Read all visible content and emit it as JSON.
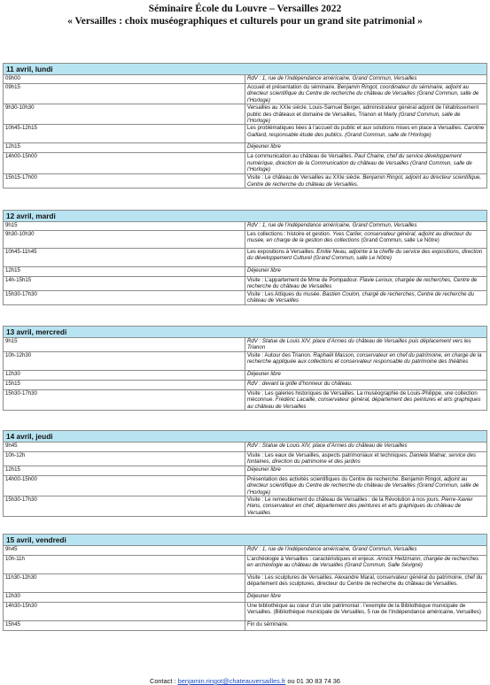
{
  "header": {
    "title": "Séminaire École du Louvre – Versailles 2022",
    "subtitle": "« Versailles : choix muséographiques et culturels pour un grand site patrimonial »"
  },
  "days": [
    {
      "label": "11 avril, lundi",
      "rows": [
        {
          "time": "09h00",
          "text": "",
          "italic": "RdV : 1, rue de l’indépendance américaine, Grand Commun, Versailles"
        },
        {
          "time": "09h15",
          "text": "Accueil et présentation du séminaire. ",
          "italic": "Benjamin Ringot, coordinateur du séminaire, adjoint au directeur scientifique du Centre de recherche du château de Versailles (Grand Commun, salle de l’Horloge)"
        },
        {
          "time": "9h30-10h30",
          "text": "Versailles au XXIe siècle. Louis-Samuel Berger, administrateur général adjoint de l’établissement public des châteaux et domaine de Versailles, Trianon et Marly ",
          "italic": "(Grand Commun, salle de l’Horloge)"
        },
        {
          "time": "10h45-12h15",
          "text": "Les problématiques liées à l’accueil du public et aux solutions mises en place à Versailles. ",
          "italic": "Caroline Gaillard, responsable étude des publics. (Grand Commun, salle de l’Horloge)"
        },
        {
          "time": "12h15",
          "text": "",
          "italic": "Déjeuner libre"
        },
        {
          "time": "14h00-15h00",
          "text": "La communication au château de Versailles. ",
          "italic": "Paul Chaine, chef du service développement numérique, direction de la Communication du château de Versailles (Grand Commun, salle de l’Horloge)"
        },
        {
          "time": "15h15-17h00",
          "text": "Visite : Le château de Versailles au XXIe siècle. ",
          "italic": "Benjamin Ringot, adjoint au directeur scientifique, Centre de recherche du château de Versailles."
        }
      ]
    },
    {
      "label": "12 avril, mardi",
      "rows": [
        {
          "time": "9h15",
          "text": "",
          "italic": "RdV : 1, rue de l’indépendance américaine, Grand Commun, Versailles"
        },
        {
          "time": "9h30-10h30",
          "text": "Les collections : histoire et gestion. ",
          "italic": "Yves Carlier, conservateur général, adjoint au directeur du musée, en charge de la gestion des collections",
          "tail": " (Grand Commun, salle Le Nôtre)"
        },
        {
          "time": "10h45-11h45",
          "text": "Les expositions à Versailles. ",
          "italic": "Émilie Neau, adjointe à la cheffe du service des expositions, direction du développement Culturel (Grand Commun, salle Le Nôtre)"
        },
        {
          "time": "12h15",
          "text": "",
          "italic": "Déjeuner libre"
        },
        {
          "time": "14h-15h15",
          "text": "Visite : L’appartement de Mme de Pompadour. ",
          "italic": "Flavie Leroux, chargée de recherches, Centre de recherche du château de Versailles"
        },
        {
          "time": "15h30-17h30",
          "text": "Visite : Les Attiques du musée. ",
          "italic": "Bastien Coulon, chargé de recherches, Centre de recherche du château de Versailles"
        }
      ]
    },
    {
      "label": "13 avril, mercredi",
      "rows": [
        {
          "time": "9h15",
          "text": "",
          "italic": "RdV : Statue de Louis XIV, place d’Armes du château de Versailles puis déplacement vers les Trianon"
        },
        {
          "time": "10h-12h30",
          "text": "Visite : Autour des Trianon. ",
          "italic": "Raphaël Masson, conservateur en chef du patrimoine, en charge de la recherche appliquée aux collections et conservateur responsable du patrimoine des théâtres"
        },
        {
          "time": "12h30",
          "text": "",
          "italic": "Déjeuner libre"
        },
        {
          "time": "15h15",
          "text": "",
          "italic": "RdV : devant la grille d’honneur du château."
        },
        {
          "time": "15h30-17h30",
          "text": "Visite : Les galeries historiques de Versailles. La muséographie de Louis-Philippe, une collection méconnue. ",
          "italic": "Frédéric Lacaille, conservateur général, département des peintures et arts graphiques au château de Versailles"
        }
      ]
    },
    {
      "label": "14 avril, jeudi",
      "rows": [
        {
          "time": "9h45",
          "text": "",
          "italic": "RdV : Statue de Louis XIV, place d’Armes du château de Versailles"
        },
        {
          "time": "10h-12h",
          "text": "Visite : Les eaux de Versailles, aspects patrimoniaux et techniques. ",
          "italic": "Daniela Malnar, service des fontaines, direction du patrimoine et des jardins"
        },
        {
          "time": "12h15",
          "text": "",
          "italic": "Déjeuner libre"
        },
        {
          "time": "14h00-15h00",
          "text": "Présentation des activités scientifiques du Centre de recherche. Benjamin Ringot, ",
          "italic": "adjoint au directeur scientifique du Centre de recherche du château de Versailles (Grand Commun, salle de l’Horloge)"
        },
        {
          "time": "15h30-17h30",
          "text": "Visite : Le remeublement du château de Versailles : de la Révolution à nos jours. ",
          "italic": "Pierre-Xavier Hans, conservateur en chef, département des peintures et arts graphiques du château de Versailles"
        }
      ]
    },
    {
      "label": "15 avril, vendredi",
      "rows": [
        {
          "time": "9h45",
          "text": "",
          "italic": "RdV : 1, rue de l’indépendance américaine, Grand Commun, Versailles"
        },
        {
          "time": "10h-11h",
          "text": "L’archéologie à Versailles : caractéristiques et enjeux. ",
          "italic": "Annick Heitzmann, chargée de recherches en archéologie au château de Versailles (Grand Commun, Salle Sévigné)"
        },
        {
          "time": "11h30-12h30",
          "text": "Visite : Les sculptures de Versailles. Alexandre Maral, conservateur général du patrimoine, chef du département des sculptures, directeur du Centre de recherche du château de Versailles.",
          "italic": ""
        },
        {
          "time": "12h30",
          "text": "",
          "italic": "Déjeuner libre"
        },
        {
          "time": "14h30-15h30",
          "text": "Une bibliothèque au cœur d’un site patrimonial : l’exemple de la Bibliothèque municipale de Versailles. (Bibliothèque municipale de Versailles, 5 rue de l’Indépendance américaine, Versailles)",
          "italic": ""
        },
        {
          "time": "15h45",
          "text": "Fin du séminaire.",
          "italic": ""
        }
      ]
    }
  ],
  "footer": {
    "label": "Contact : ",
    "email": "benjamin.ringot@chateauversailles.fr",
    "phone": " ou 01 30 83 74 36"
  }
}
